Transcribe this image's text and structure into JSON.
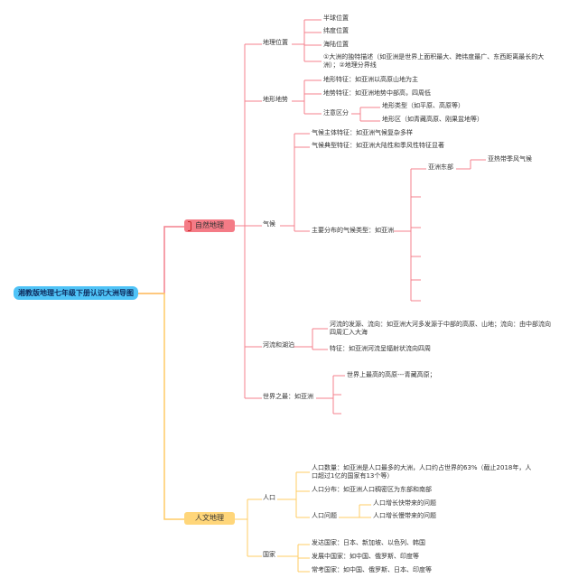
{
  "root": "湘教版地理七年级下册认识大洲导图",
  "nature": {
    "title": "自然地理",
    "location": {
      "title": "地理位置",
      "items": [
        "半球位置",
        "纬度位置",
        "海陆位置",
        "①大洲的独特描述（如亚洲是世界上面积最大、跨纬度最广、东西距离最长的大洲）；②地理分界线"
      ]
    },
    "terrain": {
      "title": "地形地势",
      "items": [
        "地形特征：如亚洲以高原山地为主",
        "地势特征：如亚洲地势中部高，四周低"
      ],
      "zones": {
        "title": "注意区分",
        "items": [
          "地形类型（如平原、高原等）",
          "地形区（如青藏高原、刚果盆地等）"
        ]
      }
    },
    "climate": {
      "title": "气候",
      "main": "气候主体特征：如亚洲气候复杂多样",
      "typical": "气候典型特征：如亚洲大陆性和季风性特征显著",
      "types": {
        "title": "主要分布的气候类型：如亚洲",
        "east": "亚洲东部",
        "east_type": "亚热带季风气候"
      }
    },
    "rivers": {
      "title": "河流和湖泊",
      "source": "河流的发源、流向：如亚洲大河多发源于中部的高原、山地；流向：由中部流向四周汇入大海",
      "feature": "特征：如亚洲河流呈辐射状流向四周"
    },
    "world": {
      "title": "世界之最：如亚洲",
      "items": [
        "世界上最高的高原---青藏高原；"
      ]
    }
  },
  "human": {
    "title": "人文地理",
    "population": {
      "title": "人口",
      "count": "人口数量：如亚洲是人口最多的大洲，人口约占世界的63%（截止2018年，人口超过1亿的国家有13个等）",
      "distribution": "人口分布：如亚洲人口稠密区为东部和南部",
      "problems": {
        "title": "人口问题",
        "items": [
          "人口增长快带来的问题",
          "人口增长慢带来的问题"
        ]
      }
    },
    "countries": {
      "title": "国家",
      "items": [
        "发达国家：日本、新加坡、以色列、韩国",
        "发展中国家：如中国、俄罗斯、印度等",
        "常考国家：如中国、俄罗斯、日本、印度等"
      ]
    }
  },
  "colors": {
    "nature_branch": "#f4808e",
    "nature_box": "#f47b86",
    "human_branch": "#ffcc66",
    "human_box": "#ffd67a",
    "root_box": "#4fc3f7"
  }
}
